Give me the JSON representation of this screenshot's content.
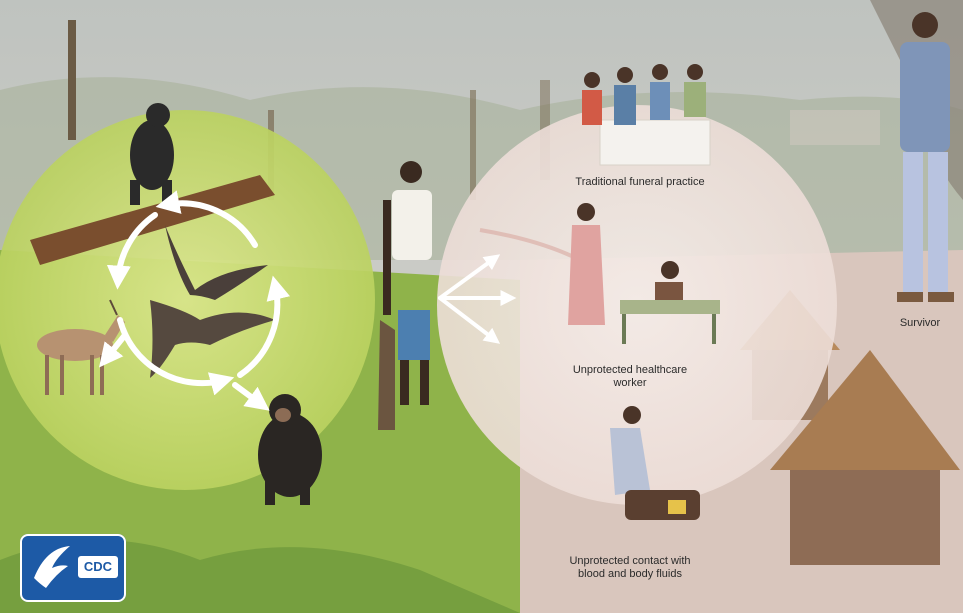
{
  "labels": {
    "funeral": "Traditional funeral practice",
    "healthcare": "Unprotected healthcare worker",
    "contact": "Unprotected contact with blood and body fluids",
    "survivor": "Survivor"
  },
  "logo": {
    "text": "CDC"
  },
  "colors": {
    "sky": "#c9ccc4",
    "grass": "#8fb34a",
    "reservoir_circle": "#cfe07c",
    "human_circle": "#f2e8e4",
    "arrow": "#ffffff",
    "logo_bg": "#1d5aa6"
  },
  "icons": [
    "gorilla-icon",
    "bat-icon",
    "antelope-icon",
    "chimpanzee-icon",
    "hunter-icon",
    "survivor-icon",
    "hhs-eagle-icon"
  ]
}
